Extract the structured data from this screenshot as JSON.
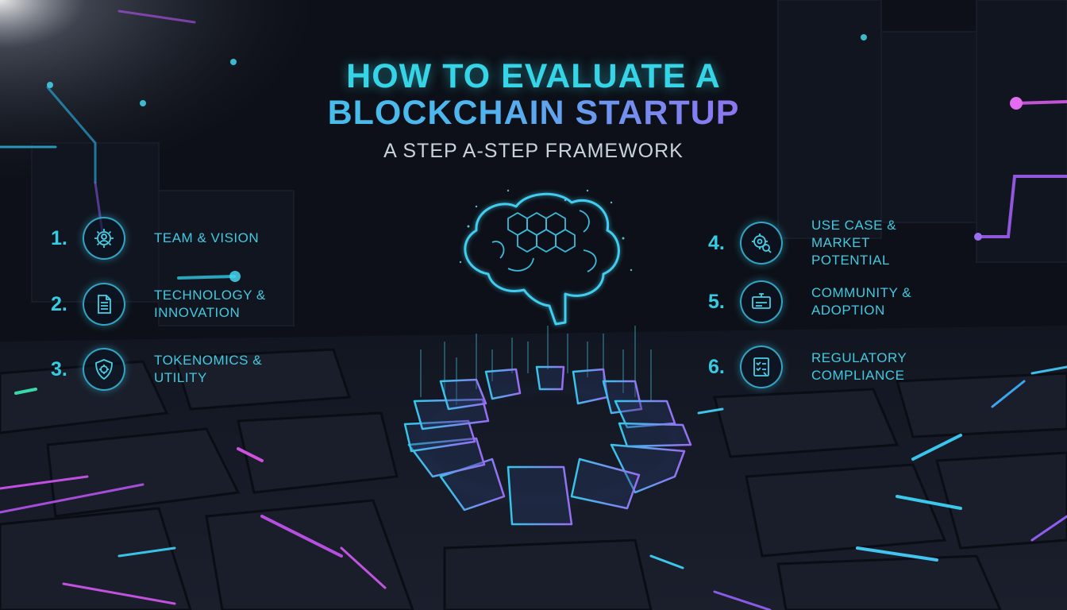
{
  "header": {
    "title_line1": "HOW TO EVALUATE A",
    "title_line2": "BLOCKCHAIN STARTUP",
    "subtitle": "A STEP A-STEP FRAMEWORK"
  },
  "steps_left": [
    {
      "number": "1.",
      "label": "TEAM & VISION",
      "icon": "gear-person-icon"
    },
    {
      "number": "2.",
      "label": "TECHNOLOGY &\nINNOVATION",
      "icon": "document-icon"
    },
    {
      "number": "3.",
      "label": "TOKENOMICS & UTILITY",
      "icon": "shield-gear-icon"
    }
  ],
  "steps_right": [
    {
      "number": "4.",
      "label": "USE CASE & MARKET\nPOTENTIAL",
      "icon": "gear-magnify-icon"
    },
    {
      "number": "5.",
      "label": "COMMUNITY & ADOPTION",
      "icon": "terminal-box-icon"
    },
    {
      "number": "6.",
      "label": "REGULATORY COMPLIANCE",
      "icon": "checklist-icon"
    }
  ],
  "colors": {
    "accent_cyan": "#35d4e6",
    "accent_purple": "#a66bf2",
    "background": "#0c0f17"
  }
}
